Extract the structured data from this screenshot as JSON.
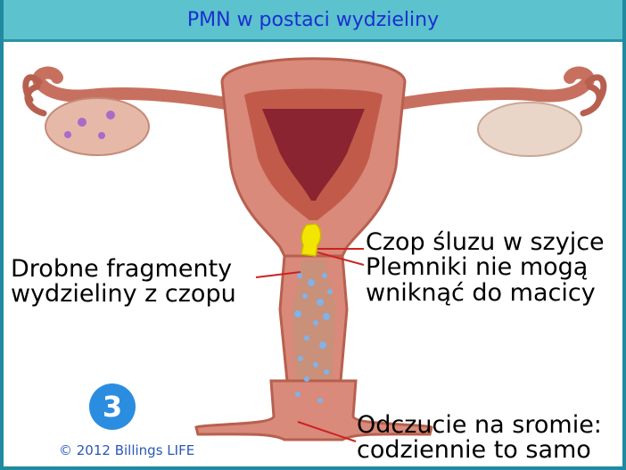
{
  "title": "PMN w postaci wydzieliny",
  "labels": {
    "left": [
      "Drobne fragmenty",
      "wydzieliny z czopu"
    ],
    "right": [
      "Czop śluzu w szyjce",
      "Plemniki nie mogą",
      "wniknąć do macicy"
    ],
    "bottom": [
      "Odczucie na sromie:",
      "codziennie to samo"
    ]
  },
  "badge": "3",
  "copyright": "© 2012 Billings LIFE",
  "colors": {
    "title_bar": "#5cc2cd",
    "title_text": "#1a2fd0",
    "border": "#1f8aa0",
    "badge": "#2b8de0",
    "tissue": "#d98a7a",
    "mucus_plug": "#f2e600",
    "leader_line": "#cc2222"
  }
}
